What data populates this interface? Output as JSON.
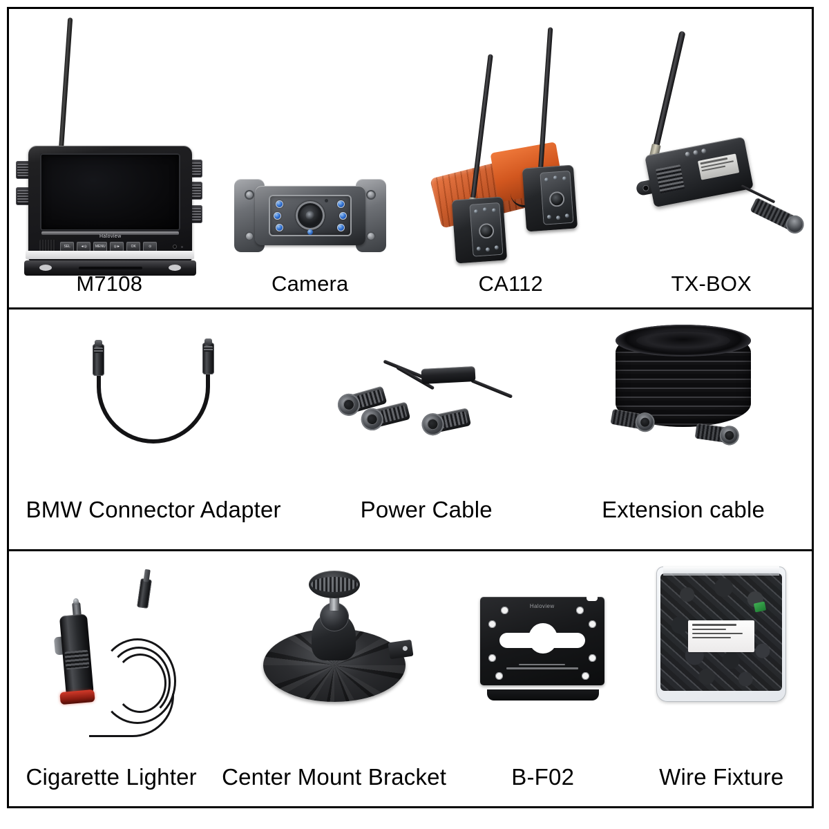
{
  "sheet": {
    "type": "product-contents-grid",
    "background": "#ffffff",
    "border_color": "#000000",
    "rows": 3
  },
  "rows": [
    {
      "index": 1,
      "items": [
        {
          "id": "m7108",
          "label": "M7108",
          "kind": "wireless-monitor",
          "brand": "Haloview",
          "buttons": [
            "SEL",
            "◄◎",
            "MENU",
            "◎►",
            "OK",
            "⊙"
          ],
          "colors": {
            "body": "#1b1b1e",
            "screen": "#0a0a0c",
            "accent": "#c9c9cc"
          }
        },
        {
          "id": "camera",
          "label": "Camera",
          "kind": "backup-camera",
          "led_count": 6,
          "colors": {
            "body": "#5d6065",
            "led": "#2f6fd0",
            "lens": "#1c1e21"
          }
        },
        {
          "id": "ca112",
          "label": "CA112",
          "kind": "antenna-module-pair",
          "module_count": 2,
          "colors": {
            "strap": "#c4511f",
            "module": "#242629"
          }
        },
        {
          "id": "tx-box",
          "label": "TX-BOX",
          "kind": "transmitter-box",
          "colors": {
            "body": "#34363a",
            "label": "#e6e6e4"
          }
        }
      ]
    },
    {
      "index": 2,
      "items": [
        {
          "id": "bmw-connector-adapter",
          "label": "BMW Connector Adapter",
          "kind": "short-adapter-cable",
          "connector_count": 2,
          "colors": {
            "cable": "#131315",
            "connector": "#4e5054"
          }
        },
        {
          "id": "power-cable",
          "label": "Power Cable",
          "kind": "y-splitter-power-cable",
          "connector_count": 3,
          "colors": {
            "cable": "#101012",
            "junction": "#202124"
          }
        },
        {
          "id": "extension-cable",
          "label": "Extension cable",
          "kind": "coiled-extension-cable",
          "connector_count": 2,
          "colors": {
            "cable": "#0d0d0f",
            "connector": "#3d4045"
          }
        }
      ]
    },
    {
      "index": 3,
      "items": [
        {
          "id": "cigarette-lighter",
          "label": "Cigarette Lighter",
          "kind": "12v-power-adapter",
          "colors": {
            "plug": "#27292c",
            "indicator": "#8e1d12",
            "cord": "#141416"
          }
        },
        {
          "id": "center-mount-bracket",
          "label": "Center Mount Bracket",
          "kind": "suction-ball-mount",
          "colors": {
            "base": "#28292c",
            "knob": "#2a2c2f"
          }
        },
        {
          "id": "b-f02",
          "label": "B-F02",
          "kind": "mounting-plate",
          "brand": "Haloview",
          "hole_count": 8,
          "colors": {
            "plate": "#17181a",
            "slot": "#ffffff"
          }
        },
        {
          "id": "wire-fixture",
          "label": "Wire Fixture",
          "kind": "hardware-parts-bag",
          "colors": {
            "bag": "#f5f7fa",
            "parts": "#1d1f22",
            "tag": "#2f8f42"
          }
        }
      ]
    }
  ]
}
